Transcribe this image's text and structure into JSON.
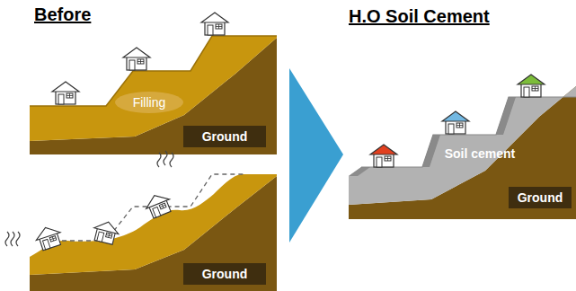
{
  "diagram": {
    "nodes": [
      {
        "text": [
          "Ground"
        ]
      },
      {
        "text": [
          "Ground"
        ]
      },
      {
        "text": [
          "Ground"
        ]
      }
    ],
    "labels": [
      "Before",
      "H.O Soil Cement",
      "Filling",
      "Soil cement"
    ]
  }
}
